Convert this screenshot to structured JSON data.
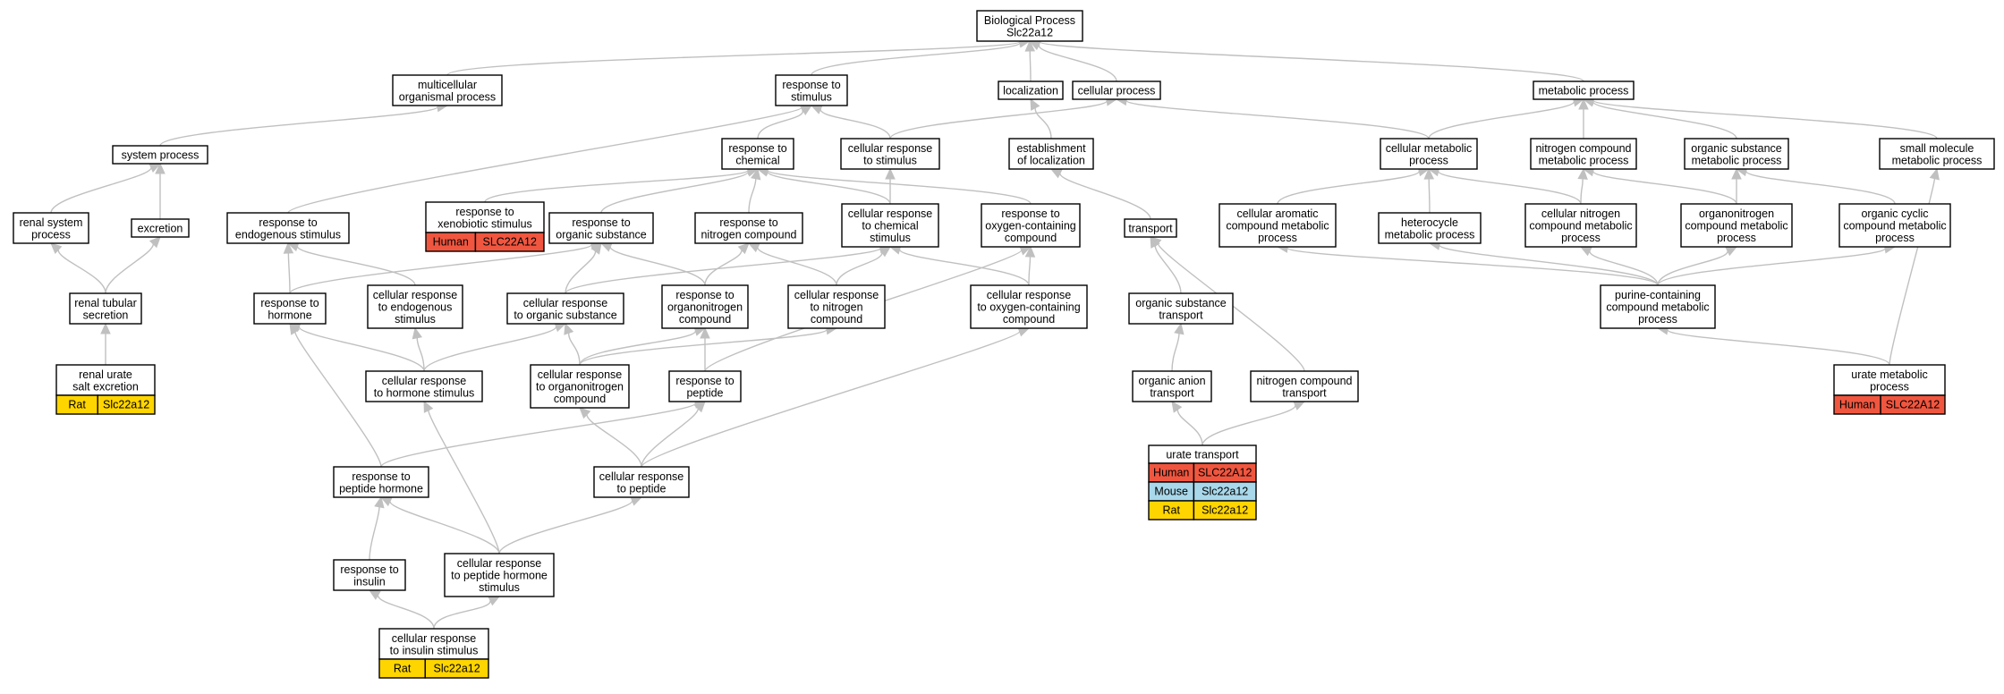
{
  "title": "",
  "colors": {
    "Human": "#f0563f",
    "Mouse": "#a8d8ea",
    "Rat": "#ffd500",
    "edge": "#c0c0c0"
  },
  "nodes": [
    {
      "id": "bp",
      "lines": [
        "Biological Process",
        "Slc22a12"
      ]
    },
    {
      "id": "multi",
      "lines": [
        "multicellular",
        "organismal process"
      ]
    },
    {
      "id": "rstim",
      "lines": [
        "response to",
        "stimulus"
      ]
    },
    {
      "id": "loc",
      "lines": [
        "localization"
      ]
    },
    {
      "id": "cellproc",
      "lines": [
        "cellular process"
      ]
    },
    {
      "id": "metab",
      "lines": [
        "metabolic process"
      ]
    },
    {
      "id": "sysproc",
      "lines": [
        "system process"
      ]
    },
    {
      "id": "rchem",
      "lines": [
        "response to",
        "chemical"
      ]
    },
    {
      "id": "crstim",
      "lines": [
        "cellular response",
        "to stimulus"
      ]
    },
    {
      "id": "estloc",
      "lines": [
        "establishment",
        "of localization"
      ]
    },
    {
      "id": "cellmet",
      "lines": [
        "cellular metabolic",
        "process"
      ]
    },
    {
      "id": "ncmet",
      "lines": [
        "nitrogen compound",
        "metabolic process"
      ]
    },
    {
      "id": "osmet",
      "lines": [
        "organic substance",
        "metabolic process"
      ]
    },
    {
      "id": "smmet",
      "lines": [
        "small molecule",
        "metabolic process"
      ]
    },
    {
      "id": "renalsys",
      "lines": [
        "renal system",
        "process"
      ]
    },
    {
      "id": "excr",
      "lines": [
        "excretion"
      ]
    },
    {
      "id": "rendo",
      "lines": [
        "response to",
        "endogenous stimulus"
      ]
    },
    {
      "id": "rxeno",
      "lines": [
        "response to",
        "xenobiotic stimulus"
      ],
      "genes": [
        [
          "Human",
          "SLC22A12"
        ]
      ]
    },
    {
      "id": "rorg",
      "lines": [
        "response to",
        "organic substance"
      ]
    },
    {
      "id": "rnitro",
      "lines": [
        "response to",
        "nitrogen compound"
      ]
    },
    {
      "id": "crchem",
      "lines": [
        "cellular response",
        "to chemical",
        "stimulus"
      ]
    },
    {
      "id": "roxy",
      "lines": [
        "response to",
        "oxygen-containing",
        "compound"
      ]
    },
    {
      "id": "transport",
      "lines": [
        "transport"
      ]
    },
    {
      "id": "caromet",
      "lines": [
        "cellular aromatic",
        "compound metabolic",
        "process"
      ]
    },
    {
      "id": "hetmet",
      "lines": [
        "heterocycle",
        "metabolic process"
      ]
    },
    {
      "id": "cnmet",
      "lines": [
        "cellular nitrogen",
        "compound metabolic",
        "process"
      ]
    },
    {
      "id": "onmet",
      "lines": [
        "organonitrogen",
        "compound metabolic",
        "process"
      ]
    },
    {
      "id": "ocmet",
      "lines": [
        "organic cyclic",
        "compound metabolic",
        "process"
      ]
    },
    {
      "id": "rtub",
      "lines": [
        "renal tubular",
        "secretion"
      ]
    },
    {
      "id": "rhorm",
      "lines": [
        "response to",
        "hormone"
      ]
    },
    {
      "id": "crendo",
      "lines": [
        "cellular response",
        "to endogenous",
        "stimulus"
      ]
    },
    {
      "id": "crorg",
      "lines": [
        "cellular response",
        "to organic substance"
      ]
    },
    {
      "id": "rorgn",
      "lines": [
        "response to",
        "organonitrogen",
        "compound"
      ]
    },
    {
      "id": "crnitro",
      "lines": [
        "cellular response",
        "to nitrogen",
        "compound"
      ]
    },
    {
      "id": "croxy",
      "lines": [
        "cellular response",
        "to oxygen-containing",
        "compound"
      ]
    },
    {
      "id": "ostrans",
      "lines": [
        "organic substance",
        "transport"
      ]
    },
    {
      "id": "purmet",
      "lines": [
        "purine-containing",
        "compound metabolic",
        "process"
      ]
    },
    {
      "id": "renurate",
      "lines": [
        "renal urate",
        "salt excretion"
      ],
      "genes": [
        [
          "Rat",
          "Slc22a12"
        ]
      ]
    },
    {
      "id": "crhorm",
      "lines": [
        "cellular response",
        "to hormone stimulus"
      ]
    },
    {
      "id": "crorgn",
      "lines": [
        "cellular response",
        "to organonitrogen",
        "compound"
      ]
    },
    {
      "id": "rpep",
      "lines": [
        "response to",
        "peptide"
      ]
    },
    {
      "id": "oatrans",
      "lines": [
        "organic anion",
        "transport"
      ]
    },
    {
      "id": "nctrans",
      "lines": [
        "nitrogen compound",
        "transport"
      ]
    },
    {
      "id": "uratemet",
      "lines": [
        "urate metabolic",
        "process"
      ],
      "genes": [
        [
          "Human",
          "SLC22A12"
        ]
      ]
    },
    {
      "id": "uratetrans",
      "lines": [
        "urate transport"
      ],
      "genes": [
        [
          "Human",
          "SLC22A12"
        ],
        [
          "Mouse",
          "Slc22a12"
        ],
        [
          "Rat",
          "Slc22a12"
        ]
      ]
    },
    {
      "id": "rphorm",
      "lines": [
        "response to",
        "peptide hormone"
      ]
    },
    {
      "id": "crpep",
      "lines": [
        "cellular response",
        "to peptide"
      ]
    },
    {
      "id": "rins",
      "lines": [
        "response to",
        "insulin"
      ]
    },
    {
      "id": "crphorm",
      "lines": [
        "cellular response",
        "to peptide hormone",
        "stimulus"
      ]
    },
    {
      "id": "crins",
      "lines": [
        "cellular response",
        "to insulin stimulus"
      ],
      "genes": [
        [
          "Rat",
          "Slc22a12"
        ]
      ]
    }
  ],
  "edges": [
    [
      "multi",
      "bp"
    ],
    [
      "rstim",
      "bp"
    ],
    [
      "loc",
      "bp"
    ],
    [
      "cellproc",
      "bp"
    ],
    [
      "metab",
      "bp"
    ],
    [
      "sysproc",
      "multi"
    ],
    [
      "rchem",
      "rstim"
    ],
    [
      "crstim",
      "rstim"
    ],
    [
      "rendo",
      "rstim"
    ],
    [
      "estloc",
      "loc"
    ],
    [
      "crstim",
      "cellproc"
    ],
    [
      "cellmet",
      "cellproc"
    ],
    [
      "cellmet",
      "metab"
    ],
    [
      "ncmet",
      "metab"
    ],
    [
      "osmet",
      "metab"
    ],
    [
      "smmet",
      "metab"
    ],
    [
      "renalsys",
      "sysproc"
    ],
    [
      "excr",
      "sysproc"
    ],
    [
      "rxeno",
      "rchem"
    ],
    [
      "rorg",
      "rchem"
    ],
    [
      "rnitro",
      "rchem"
    ],
    [
      "crchem",
      "rchem"
    ],
    [
      "roxy",
      "rchem"
    ],
    [
      "crchem",
      "crstim"
    ],
    [
      "transport",
      "estloc"
    ],
    [
      "caromet",
      "cellmet"
    ],
    [
      "hetmet",
      "cellmet"
    ],
    [
      "cnmet",
      "cellmet"
    ],
    [
      "cnmet",
      "ncmet"
    ],
    [
      "onmet",
      "ncmet"
    ],
    [
      "onmet",
      "osmet"
    ],
    [
      "ocmet",
      "osmet"
    ],
    [
      "rtub",
      "renalsys"
    ],
    [
      "rtub",
      "excr"
    ],
    [
      "rhorm",
      "rendo"
    ],
    [
      "crendo",
      "rendo"
    ],
    [
      "rhorm",
      "rorg"
    ],
    [
      "crorg",
      "rorg"
    ],
    [
      "rorgn",
      "rorg"
    ],
    [
      "rorgn",
      "rnitro"
    ],
    [
      "crnitro",
      "rnitro"
    ],
    [
      "crorg",
      "crchem"
    ],
    [
      "crnitro",
      "crchem"
    ],
    [
      "croxy",
      "crchem"
    ],
    [
      "croxy",
      "roxy"
    ],
    [
      "ostrans",
      "transport"
    ],
    [
      "nctrans",
      "transport"
    ],
    [
      "purmet",
      "caromet"
    ],
    [
      "purmet",
      "hetmet"
    ],
    [
      "purmet",
      "cnmet"
    ],
    [
      "purmet",
      "onmet"
    ],
    [
      "purmet",
      "ocmet"
    ],
    [
      "renurate",
      "rtub"
    ],
    [
      "crhorm",
      "rhorm"
    ],
    [
      "crhorm",
      "crendo"
    ],
    [
      "crhorm",
      "crorg"
    ],
    [
      "crorgn",
      "crorg"
    ],
    [
      "crorgn",
      "rorgn"
    ],
    [
      "crorgn",
      "crnitro"
    ],
    [
      "rpep",
      "rorgn"
    ],
    [
      "rpep",
      "roxy"
    ],
    [
      "oatrans",
      "ostrans"
    ],
    [
      "uratemet",
      "purmet"
    ],
    [
      "uratemet",
      "smmet"
    ],
    [
      "uratetrans",
      "oatrans"
    ],
    [
      "uratetrans",
      "nctrans"
    ],
    [
      "rphorm",
      "rhorm"
    ],
    [
      "rphorm",
      "rpep"
    ],
    [
      "crpep",
      "crorgn"
    ],
    [
      "crpep",
      "rpep"
    ],
    [
      "crpep",
      "croxy"
    ],
    [
      "rins",
      "rphorm"
    ],
    [
      "crphorm",
      "crhorm"
    ],
    [
      "crphorm",
      "rphorm"
    ],
    [
      "crphorm",
      "crpep"
    ],
    [
      "crins",
      "rins"
    ],
    [
      "crins",
      "crphorm"
    ]
  ]
}
